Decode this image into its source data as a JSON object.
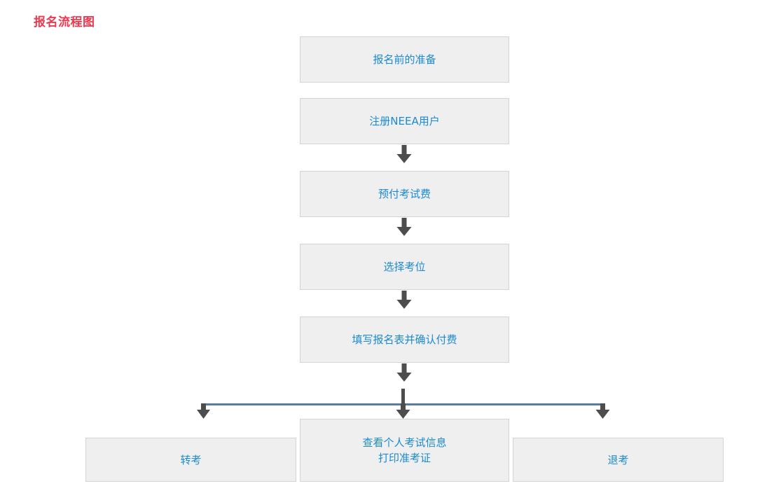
{
  "page": {
    "title": "报名流程图",
    "title_color": "#ea3a52",
    "background": "#ffffff"
  },
  "theme": {
    "box_fill": "#efefef",
    "box_border": "#d4d4d4",
    "box_text": "#1b8ad3",
    "arrow_color": "#4d4d4d",
    "connector_line": "#5b7c97"
  },
  "chart_data": {
    "type": "diagram",
    "title": "报名流程图",
    "nodes": [
      {
        "id": "prep",
        "label": "报名前的准备",
        "column": "center",
        "order": 1
      },
      {
        "id": "neea",
        "label": "注册NEEA用户",
        "column": "center",
        "order": 2
      },
      {
        "id": "prepay",
        "label": "预付考试费",
        "column": "center",
        "order": 3
      },
      {
        "id": "seat",
        "label": "选择考位",
        "column": "center",
        "order": 4
      },
      {
        "id": "form",
        "label": "填写报名表并确认付费",
        "column": "center",
        "order": 5
      },
      {
        "id": "transfer",
        "label": "转考",
        "column": "left",
        "order": 6
      },
      {
        "id": "info",
        "label": "查看个人考试信息\n打印准考证",
        "column": "center",
        "order": 6
      },
      {
        "id": "withdraw",
        "label": "退考",
        "column": "right",
        "order": 6
      }
    ],
    "edges": [
      {
        "from": "neea",
        "to": "prepay",
        "type": "arrow-down"
      },
      {
        "from": "prepay",
        "to": "seat",
        "type": "arrow-down"
      },
      {
        "from": "seat",
        "to": "form",
        "type": "arrow-down"
      },
      {
        "from": "form",
        "to": "branch",
        "type": "arrow-down"
      },
      {
        "from": "branch",
        "to": "transfer",
        "type": "arrow-down"
      },
      {
        "from": "branch",
        "to": "info",
        "type": "arrow-down"
      },
      {
        "from": "branch",
        "to": "withdraw",
        "type": "arrow-down"
      }
    ]
  },
  "flow": {
    "boxes": {
      "prep": "报名前的准备",
      "neea": "注册NEEA用户",
      "prepay": "预付考试费",
      "seat": "选择考位",
      "form": "填写报名表并确认付费",
      "transfer": "转考",
      "info": "查看个人考试信息\n打印准考证",
      "withdraw": "退考"
    }
  }
}
